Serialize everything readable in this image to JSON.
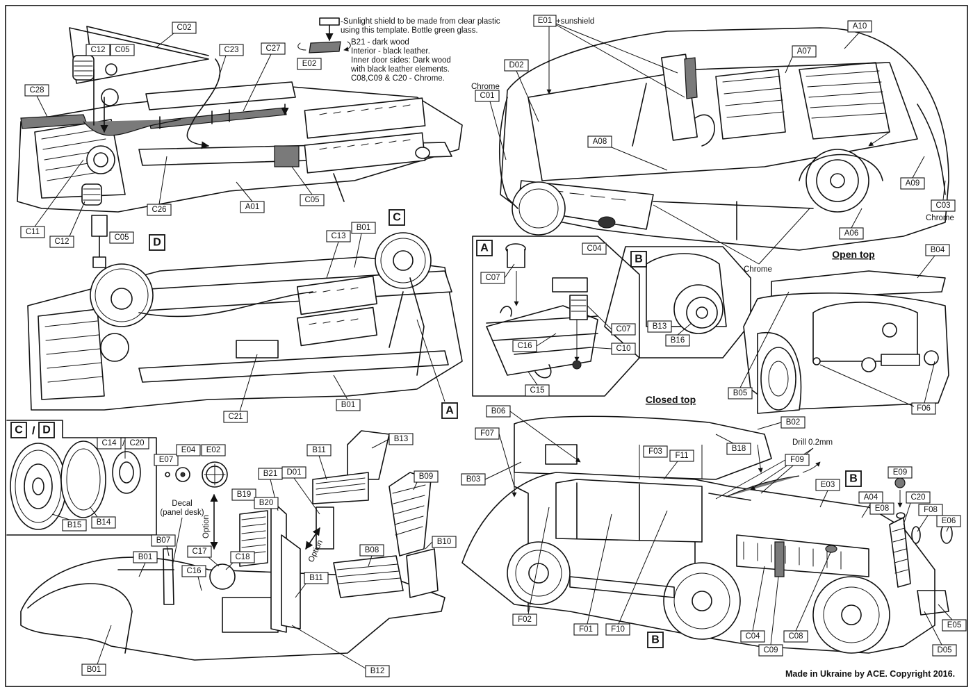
{
  "notes": {
    "sunlight_line1": "-Sunlight shield to be made from clear plastic",
    "sunlight_line2": "using this template. Bottle green glass.",
    "b21_wood": "B21 - dark wood",
    "interior": "Interior - black leather.",
    "door_line1": "Inner door sides: Dark wood",
    "door_line2": "with black leather elements.",
    "chrome_parts": "C08,C09 & C20 - Chrome.",
    "sunshield_suffix": "+sunshield",
    "chrome": "Chrome",
    "drill": "Drill 0.2mm",
    "decal_line1": "Decal",
    "decal_line2": "(panel desk)",
    "option": "Option",
    "copyright": "Made in Ukraine by ACE. Copyright 2016."
  },
  "titles": {
    "open_top": "Open top",
    "closed_top": "Closed top"
  },
  "sections": {
    "a": "A",
    "b": "B",
    "c": "C",
    "d": "D",
    "cd_c": "C",
    "cd_slash": "/",
    "cd_d": "D"
  },
  "labels": {
    "e02_template": "E02",
    "e01": "E01",
    "d02": "D02",
    "a07": "A07",
    "a10": "A10",
    "c01_chrome_caption": "Chrome",
    "c01": "C01",
    "a08": "A08",
    "a09": "A09",
    "c03": "C03",
    "c04_top": "C04",
    "a06": "A06",
    "c02": "C02",
    "c12_top": "C12",
    "c05_top": "C05",
    "c23": "C23",
    "c27": "C27",
    "c28": "C28",
    "c26": "C26",
    "a01": "A01",
    "c05_mid": "C05",
    "c11": "C11",
    "c12_bot": "C12",
    "c05_bot": "C05",
    "c13": "C13",
    "b01_under_top": "B01",
    "b01_under_bot": "B01",
    "c21": "C21",
    "c07_a": "C07",
    "c07_b": "C07",
    "c10": "C10",
    "c16_a": "C16",
    "c15": "C15",
    "b13_b": "B13",
    "b16": "B16",
    "b04": "B04",
    "b05": "B05",
    "f06": "F06",
    "c14": "C14",
    "c14_slash": "/",
    "c20_cd": "C20",
    "b15": "B15",
    "b14": "B14",
    "e07": "E07",
    "e04": "E04",
    "e02_wheel": "E02",
    "b21": "B21",
    "d01": "D01",
    "b11_top": "B11",
    "b13_int": "B13",
    "b09": "B09",
    "b07": "B07",
    "b01_int_a": "B01",
    "b19": "B19",
    "b20": "B20",
    "c17": "C17",
    "c18": "C18",
    "c16_int": "C16",
    "b11_bot": "B11",
    "b08": "B08",
    "b10": "B10",
    "b01_int_b": "B01",
    "b12": "B12",
    "b06": "B06",
    "f07": "F07",
    "b03": "B03",
    "f03": "F03",
    "f11": "F11",
    "b02": "B02",
    "b18": "B18",
    "f09": "F09",
    "e03": "E03",
    "a04": "A04",
    "e09": "E09",
    "e08": "E08",
    "c20_side": "C20",
    "f08": "F08",
    "e06": "E06",
    "f02": "F02",
    "f01": "F01",
    "f10": "F10",
    "c04_side": "C04",
    "c09": "C09",
    "c08": "C08",
    "e05": "E05",
    "d05": "D05"
  }
}
